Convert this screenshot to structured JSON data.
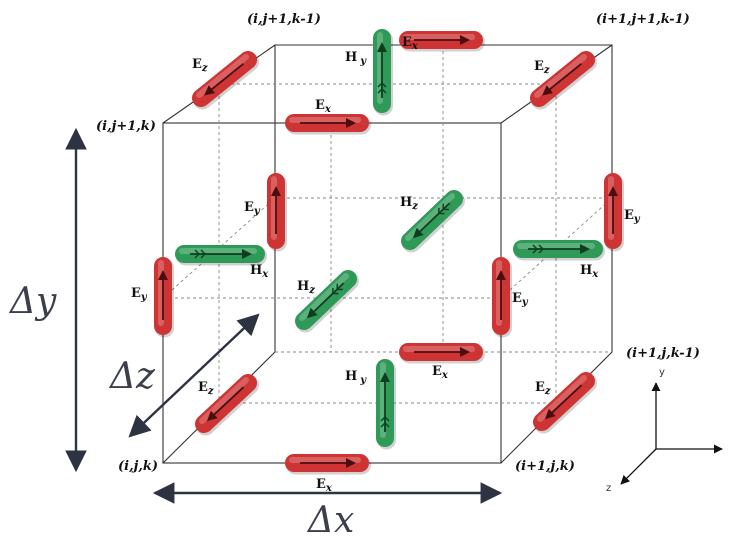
{
  "colors": {
    "e_field": "#cf3434",
    "h_field": "#2f9a57",
    "arrow_dark": "#4a0e0e",
    "arrow_dark_h": "#0f3d1f",
    "dimension": "#2d3340"
  },
  "corners": {
    "top_back_left": "(i,j+1,k-1)",
    "top_back_right": "(i+1,j+1,k-1)",
    "top_front_left": "(i,j+1,k)",
    "bottom_back_right": "(i+1,j,k-1)",
    "bottom_front_left": "(i,j,k)",
    "bottom_front_right": "(i+1,j,k)"
  },
  "field_labels": {
    "E": "E",
    "H": "H",
    "sub_x": "x",
    "sub_y": "y",
    "sub_z": "z"
  },
  "dimensions": {
    "dx": "Δx",
    "dy": "Δy",
    "dz": "Δz"
  },
  "axes": {
    "y": "y",
    "z": "z"
  }
}
